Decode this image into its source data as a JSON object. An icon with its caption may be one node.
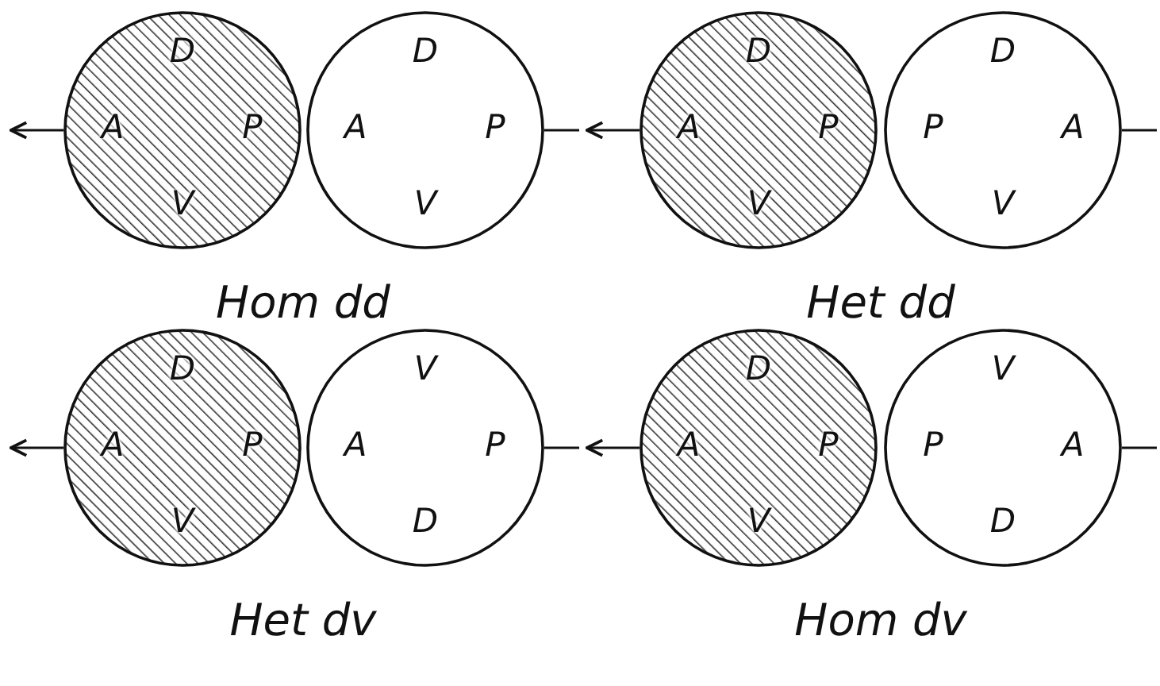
{
  "diagram": {
    "nodes": [
      {
        "text": [
          "D",
          "A",
          "P",
          "V"
        ]
      },
      {
        "text": [
          "D",
          "A",
          "P",
          "V"
        ]
      },
      {
        "text": [
          "D",
          "A",
          "P",
          "V"
        ]
      },
      {
        "text": [
          "D",
          "P",
          "A",
          "V"
        ]
      },
      {
        "text": [
          "D",
          "A",
          "P",
          "V"
        ]
      },
      {
        "text": [
          "V",
          "A",
          "P",
          "D"
        ]
      },
      {
        "text": [
          "D",
          "A",
          "P",
          "V"
        ]
      },
      {
        "text": [
          "V",
          "P",
          "A",
          "D"
        ]
      }
    ],
    "edges": [
      {
        "from": 0,
        "to": null,
        "arrow": "to"
      },
      {
        "from": 1,
        "to": null,
        "arrow": "none"
      },
      {
        "from": 2,
        "to": null,
        "arrow": "to"
      },
      {
        "from": 3,
        "to": null,
        "arrow": "none"
      },
      {
        "from": 4,
        "to": null,
        "arrow": "to"
      },
      {
        "from": 5,
        "to": null,
        "arrow": "none"
      },
      {
        "from": 6,
        "to": null,
        "arrow": "to"
      },
      {
        "from": 7,
        "to": null,
        "arrow": "none"
      }
    ],
    "labels": [
      "Hom dd",
      "Het dd",
      "Het dv",
      "Hom dv"
    ]
  }
}
